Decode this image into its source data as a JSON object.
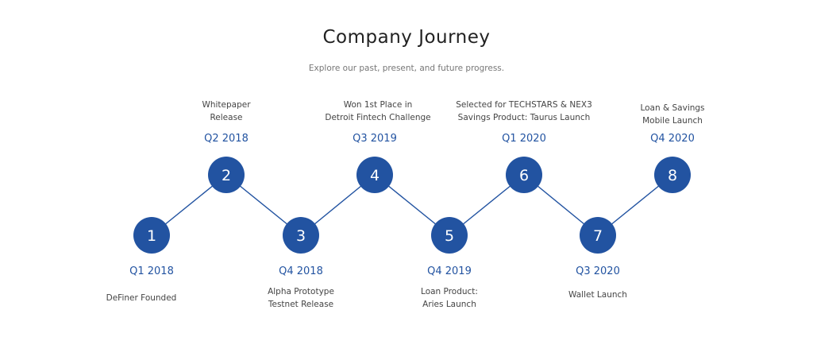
{
  "header": {
    "title": "Company Journey",
    "subtitle": "Explore our past, present, and future progress."
  },
  "colors": {
    "node_fill": "#2253a1",
    "connector": "#2253a1",
    "date_text": "#2253a1"
  },
  "milestones": [
    {
      "number": "1",
      "date": "Q1 2018",
      "description": "DeFiner Founded"
    },
    {
      "number": "2",
      "date": "Q2 2018",
      "description": "Whitepaper\nRelease"
    },
    {
      "number": "3",
      "date": "Q4 2018",
      "description": "Alpha Prototype\nTestnet Release"
    },
    {
      "number": "4",
      "date": "Q3 2019",
      "description": "Won 1st Place in\nDetroit Fintech Challenge"
    },
    {
      "number": "5",
      "date": "Q4 2019",
      "description": "Loan Product:\nAries Launch"
    },
    {
      "number": "6",
      "date": "Q1 2020",
      "description": "Selected for TECHSTARS & NEX3\nSavings Product: Taurus Launch"
    },
    {
      "number": "7",
      "date": "Q3 2020",
      "description": "Wallet Launch"
    },
    {
      "number": "8",
      "date": "Q4 2020",
      "description": "Loan & Savings\nMobile Launch"
    }
  ]
}
